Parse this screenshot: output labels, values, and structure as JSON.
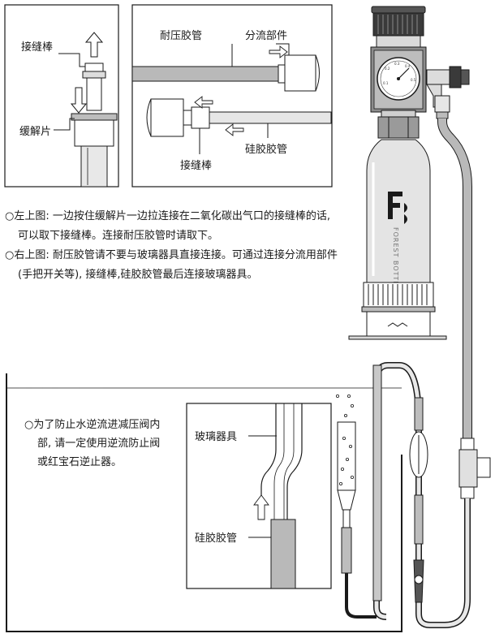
{
  "labels": {
    "joint_rod_top": "接缝棒",
    "relief_piece": "缓解片",
    "pressure_hose": "耐压胶管",
    "splitter": "分流部件",
    "joint_rod_right": "接缝棒",
    "silicone_tube_right": "硅胶胶管",
    "glass_device": "玻璃器具",
    "silicone_tube_detail": "硅胶胶管"
  },
  "bottle": {
    "logo": "F",
    "brand_text": "FOREST BOTTLE",
    "gauge_numbers": [
      "0.1",
      "0.2",
      "0.3",
      "0.4",
      "0.5"
    ]
  },
  "notes": {
    "left_image": "○左上图: 一边按住缓解片一边拉连接在二氧化碳出气口的接缝棒的话, 可以取下接缝棒。连接耐压胶管时请取下。",
    "right_image": "○右上图: 耐压胶管请不要与玻璃器具直接连接。可通过连接分流用部件 (手把开关等), 接缝棒,硅胶胶管最后连接玻璃器具。",
    "check_valve": "○为了防止水逆流进减压阀内部, 请一定使用逆流防止阀或红宝石逆止器。"
  },
  "colors": {
    "line": "#1a1a1a",
    "hose_gray": "#b9b9b9",
    "tube_gray": "#cfcfcf",
    "bottle_gray": "#e4e4e4",
    "dark": "#3a3a3a"
  }
}
